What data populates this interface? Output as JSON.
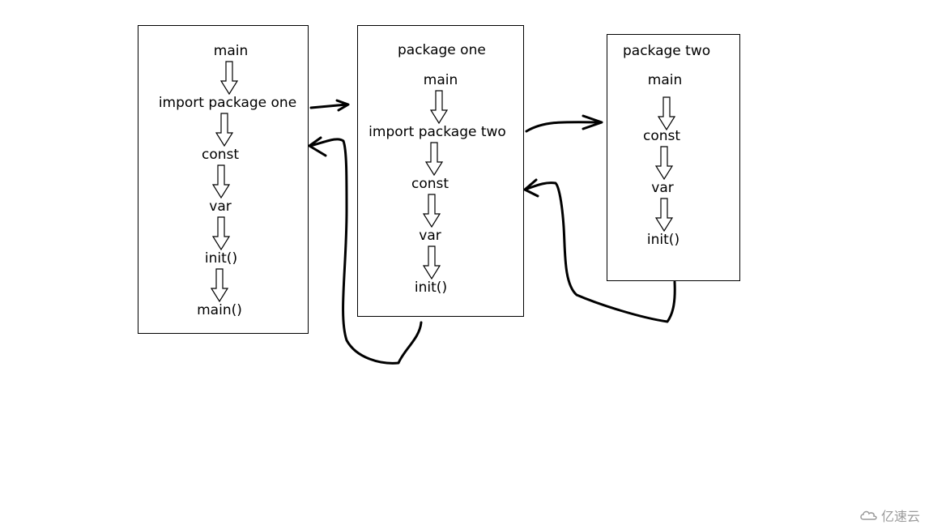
{
  "boxes": {
    "main_pkg": {
      "items": [
        "main",
        "import package one",
        "const",
        "var",
        "init()",
        "main()"
      ]
    },
    "package_one": {
      "title": "package one",
      "items": [
        "main",
        "import package two",
        "const",
        "var",
        "init()"
      ]
    },
    "package_two": {
      "title": "package two",
      "items": [
        "main",
        "const",
        "var",
        "init()"
      ]
    }
  },
  "watermark": {
    "text": "亿速云",
    "icon": "cloud-logo-icon"
  }
}
